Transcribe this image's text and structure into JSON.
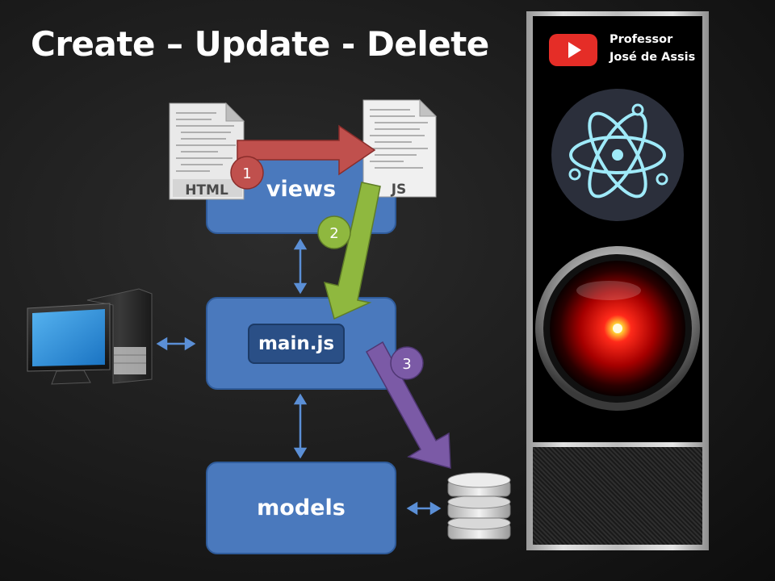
{
  "title": "Create – Update - Delete",
  "boxes": {
    "views": "views",
    "main": "main.js",
    "models": "models"
  },
  "files": {
    "html": "HTML",
    "js": "JS"
  },
  "steps": [
    "1",
    "2",
    "3"
  ],
  "channel": {
    "line1": "Professor",
    "line2": "José de Assis"
  },
  "colors": {
    "box": "#4a79bd",
    "step1": "#c0504d",
    "step2": "#8fb83f",
    "step3": "#7b5aa6",
    "connector": "#5b8fd6"
  }
}
